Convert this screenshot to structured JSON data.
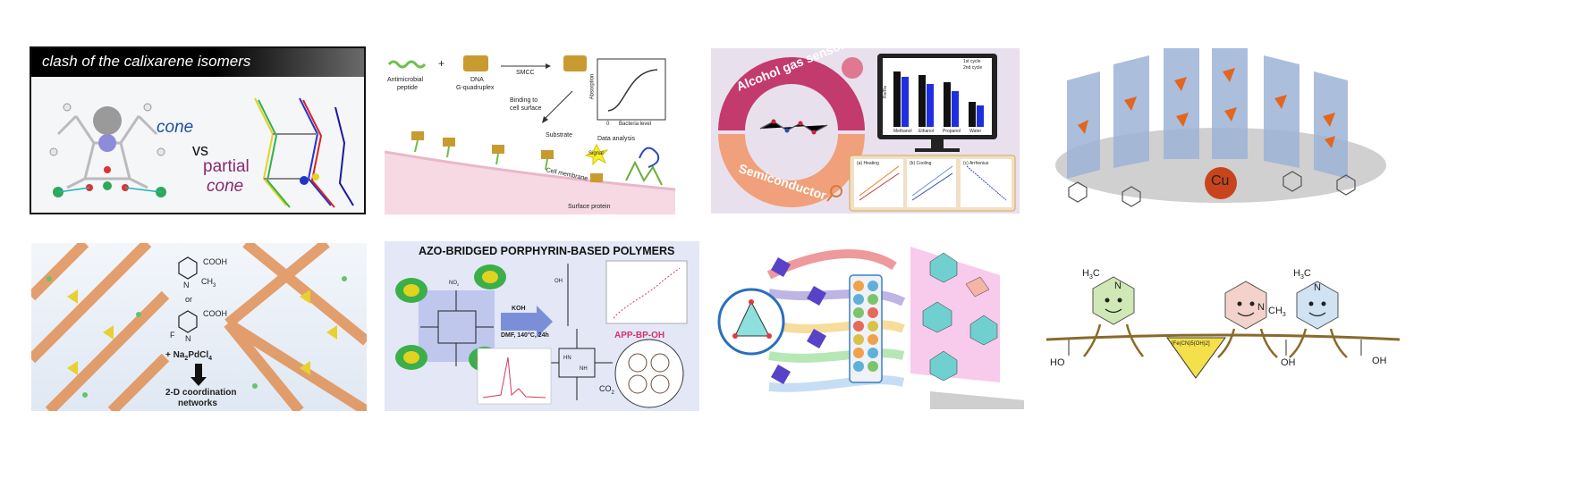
{
  "tiles": {
    "calixarene": {
      "banner": "clash of the calixarene isomers",
      "cone": "cone",
      "vs": "vs",
      "partial1": "partial",
      "partial2": "cone",
      "colors": {
        "banner_bg": "#000000",
        "cone": "#1f4fa0",
        "partial": "#8a2a6f"
      }
    },
    "peptide": {
      "amp1": "Antimicrobial",
      "amp2": "peptide",
      "plus": "+",
      "dna1": "DNA",
      "dna2": "G-quadruplex",
      "smcc": "SMCC",
      "bind1": "Binding to",
      "bind2": "cell surface",
      "substrate": "Substrate",
      "signal": "Signal",
      "analysis": "Data analysis",
      "ylabel": "Absorption",
      "xlabel_zero": "0",
      "xlabel": "Bacteria level",
      "membrane": "Cell membrane",
      "protein": "Surface protein"
    },
    "sensor": {
      "ring_top": "Alcohol gas sensor",
      "ring_bottom": "Semiconductor",
      "legend1": "1st cycle",
      "legend2": "2nd cycle",
      "categories": [
        "Methanol",
        "Ethanol",
        "Propanol",
        "Water"
      ],
      "ylabel": "Rs/Ra",
      "panel_a": "(a) Heating",
      "panel_b": "(b) Cooling",
      "panel_c": "(c) Arrhenius"
    },
    "copper": {
      "cu": "Cu"
    },
    "pd": {
      "cooh1": "COOH",
      "ch3": "CH",
      "ch3_sub": "3",
      "n1": "N",
      "or": "or",
      "cooh2": "COOH",
      "f": "F",
      "n2": "N",
      "reagent": "+ Na",
      "reagent_sub": "2",
      "reagent_tail": "PdCl",
      "reagent_sub2": "4",
      "net1": "2-D coordination",
      "net2": "networks"
    },
    "azo": {
      "title": "AZO-BRIDGED PORPHYRIN-BASED POLYMERS",
      "koh": "KOH",
      "cond": "DMF, 140°C, 24h",
      "product": "APP-BP-OH",
      "co2": "CO",
      "co2_sub": "2",
      "no2": "NO",
      "no2_sub": "2",
      "oh": "OH",
      "hn": "HN",
      "nh": "NH"
    },
    "sbu": {},
    "prussian": {
      "h3c_left": "H",
      "h3c_left_sub": "3",
      "h3c_left_c": "C",
      "h3c_right": "H",
      "h3c_right_sub": "3",
      "h3c_right_c": "C",
      "ch3": "CH",
      "ch3_sub": "3",
      "n_left": "N",
      "n_mid": "N",
      "n_right": "N",
      "ho": "HO",
      "oh1": "OH",
      "oh2": "OH",
      "triangle": "[Fe(CN)5(OH)2]"
    }
  }
}
